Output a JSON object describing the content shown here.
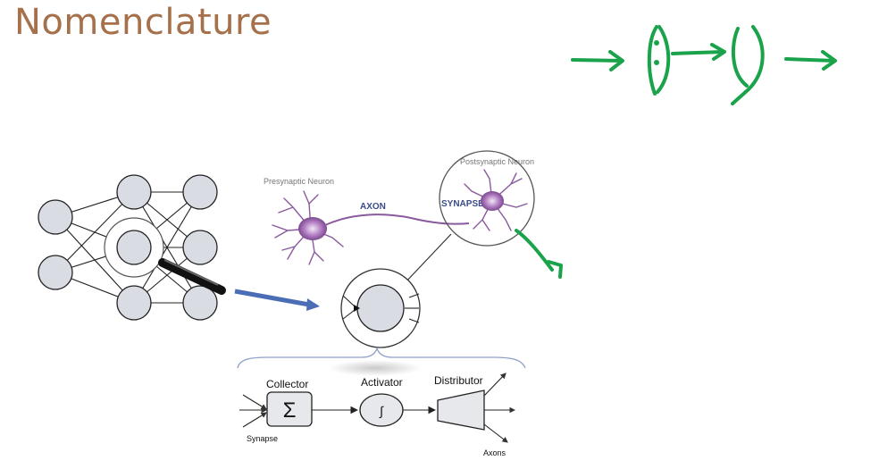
{
  "title": "Nomenclature",
  "neuron": {
    "presynaptic_label": "Presynaptic Neuron",
    "postsynaptic_label": "Postsynaptic Neuron",
    "axon_label": "AXON",
    "synapse_label": "SYNAPSE"
  },
  "model": {
    "collector_label": "Collector",
    "activator_label": "Activator",
    "distributor_label": "Distributor",
    "synapse_label": "Synapse",
    "axons_label": "Axons",
    "sum_symbol": "Σ",
    "integral_symbol": "∫"
  },
  "colors": {
    "title": "#a5704a",
    "node_fill": "#d9dce3",
    "ink": "#222222",
    "annotation_green": "#1aa34a",
    "arrow_blue": "#4a6db5",
    "neuron_purple": "#8a5a9e"
  }
}
